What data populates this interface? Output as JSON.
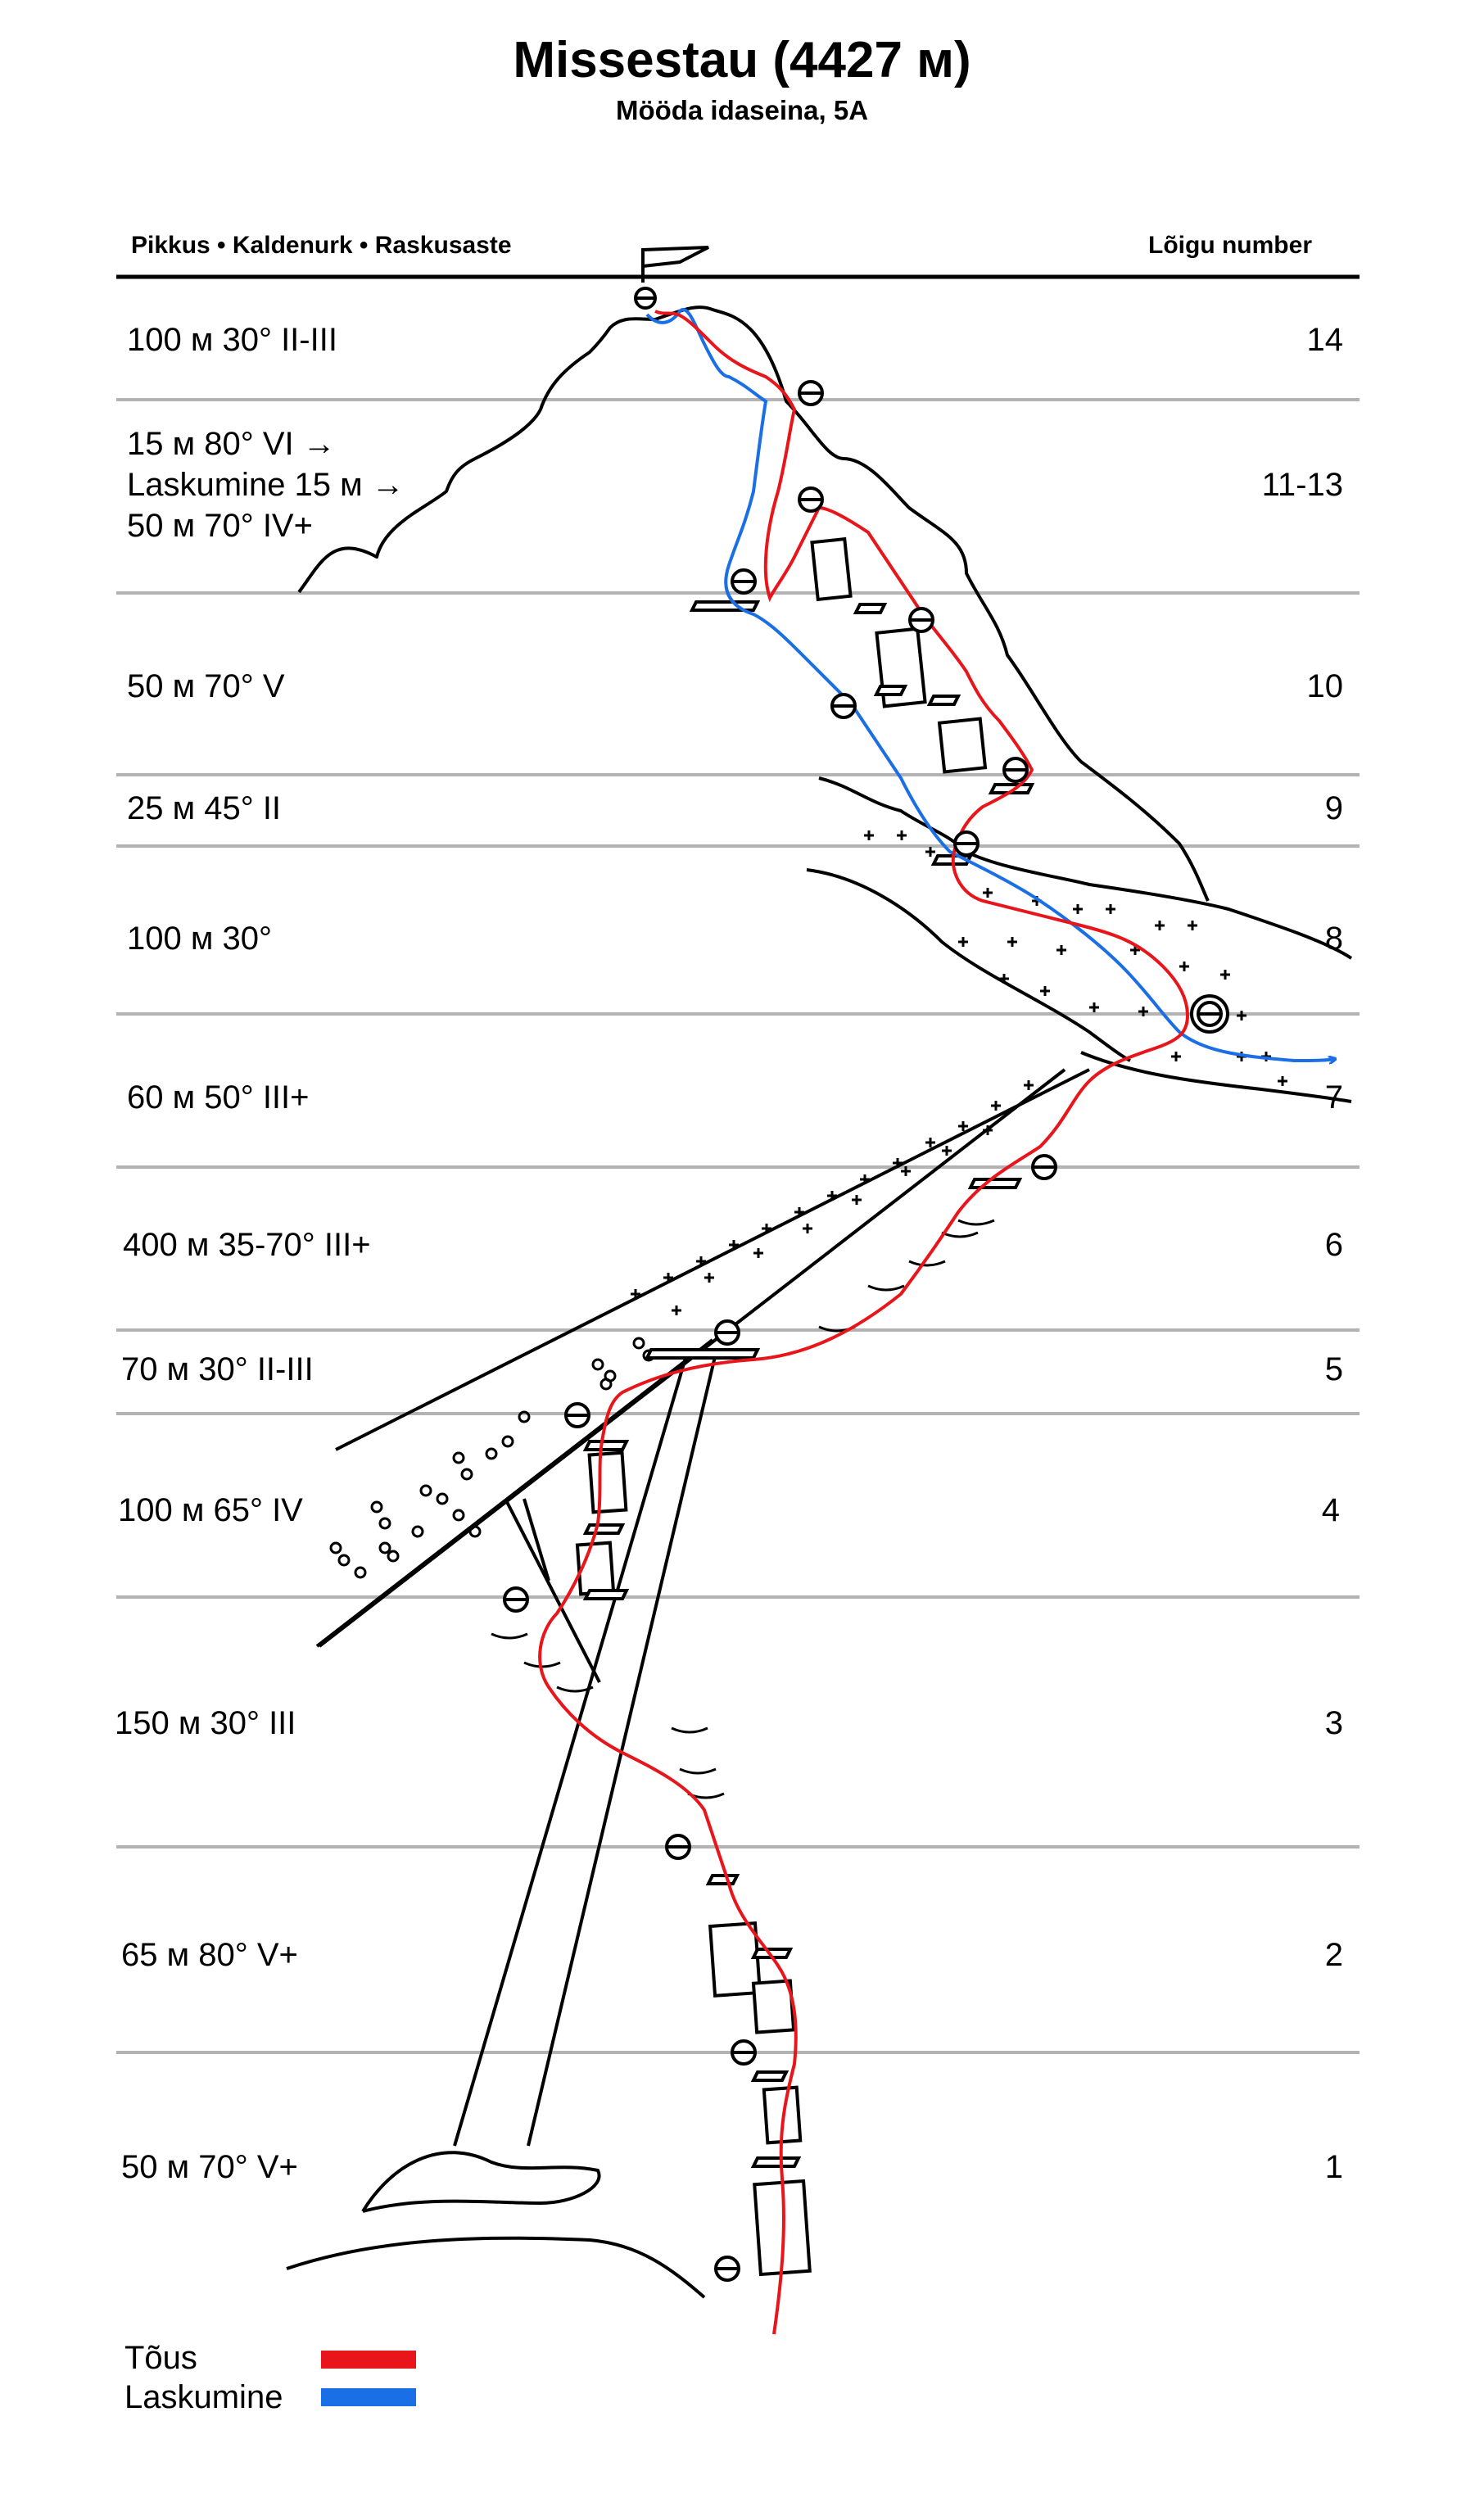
{
  "title": "Missestau (4427 м)",
  "subtitle": "Mööda idaseina, 5A",
  "header": {
    "left": "Pikkus  •  Kaldenurk  •  Raskusaste",
    "right": "Lõigu number"
  },
  "pitches": [
    {
      "label": "100 м 30° II-III",
      "number": "14"
    },
    {
      "label": "15 м 80° VI →",
      "number": "11-13"
    },
    {
      "label": "Laskumine 15 м →",
      "number": ""
    },
    {
      "label": "50 м 70° IV+",
      "number": ""
    },
    {
      "label": "50 м 70° V",
      "number": "10"
    },
    {
      "label": "25 м 45° II",
      "number": "9"
    },
    {
      "label": "100 м 30°",
      "number": "8"
    },
    {
      "label": "60 м 50° III+",
      "number": "7"
    },
    {
      "label": "400 м 35-70° III+",
      "number": "6"
    },
    {
      "label": "70 м 30° II-III",
      "number": "5"
    },
    {
      "label": "100 м 65° IV",
      "number": "4"
    },
    {
      "label": "150 м 30° III",
      "number": "3"
    },
    {
      "label": "65 м 80° V+",
      "number": "2"
    },
    {
      "label": "50 м 70° V+",
      "number": "1"
    }
  ],
  "legend": [
    {
      "label": "Tõus",
      "color": "#e8151b"
    },
    {
      "label": "Laskumine",
      "color": "#1a6ee6"
    }
  ],
  "colors": {
    "ascent": "#e8151b",
    "descent": "#1a6ee6",
    "divider": "#b3b3b3",
    "ink": "#000000"
  }
}
